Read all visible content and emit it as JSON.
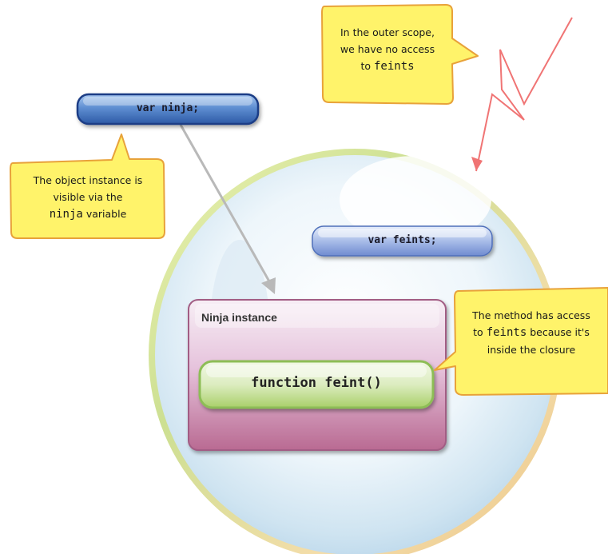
{
  "diagram": {
    "ninja_var_label": "var ninja;",
    "feints_var_label": "var feints;",
    "instance_title": "Ninja instance",
    "method_label": "function feint()",
    "callouts": {
      "outer_scope": {
        "line1": "In the outer scope,",
        "line2": "we have no access",
        "line3_pre": "to",
        "line3_code": "feints"
      },
      "ninja_visible": {
        "line1": "The object instance is",
        "line2": "visible via the",
        "line3_code": "ninja",
        "line3_post": "variable"
      },
      "method_access": {
        "line1": "The method has access",
        "line2_pre": "to",
        "line2_code": "feints",
        "line2_post": "because it's",
        "line3": "inside the closure"
      }
    },
    "colors": {
      "callout_fill": "#fff36a",
      "callout_stroke": "#e8a23a",
      "ninja_pill": "#3e6fb8",
      "feints_pill": "#6f8fd6",
      "lightning": "#f07474",
      "method_fill": "#cfe89a",
      "bubble_ring": "#c8d98a"
    }
  }
}
